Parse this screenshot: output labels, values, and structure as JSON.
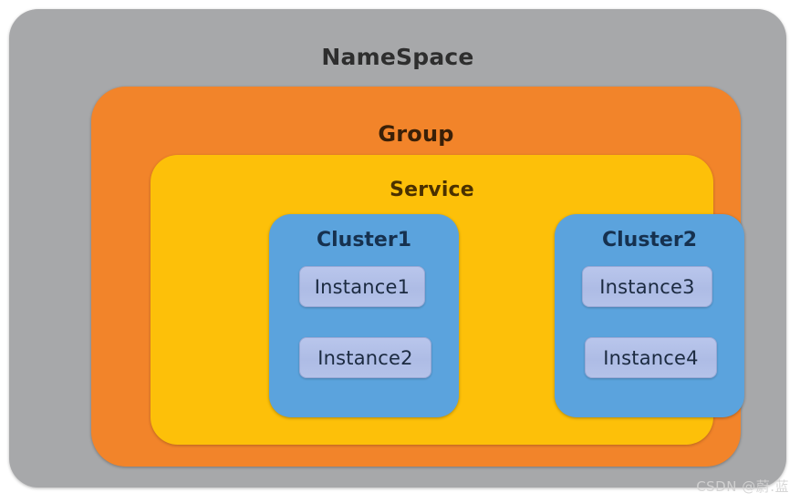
{
  "diagram": {
    "type": "nested-containment",
    "background_color": "#ffffff",
    "layers": [
      {
        "id": "namespace",
        "label": "NameSpace",
        "color": "#a7a8aa",
        "level": 0
      },
      {
        "id": "group",
        "label": "Group",
        "color": "#f2842a",
        "level": 1
      },
      {
        "id": "service",
        "label": "Service",
        "color": "#fdc009",
        "level": 2
      }
    ],
    "clusters": [
      {
        "id": "cluster1",
        "label": "Cluster1",
        "color": "#5ba3dd",
        "instances": [
          {
            "id": "instance1",
            "label": "Instance1",
            "color": "#b0bfe7"
          },
          {
            "id": "instance2",
            "label": "Instance2",
            "color": "#b0bfe7"
          }
        ]
      },
      {
        "id": "cluster2",
        "label": "Cluster2",
        "color": "#5ba3dd",
        "instances": [
          {
            "id": "instance3",
            "label": "Instance3",
            "color": "#b0bfe7"
          },
          {
            "id": "instance4",
            "label": "Instance4",
            "color": "#b0bfe7"
          }
        ]
      }
    ]
  },
  "watermark": {
    "text": "CSDN @蔚.蓝"
  }
}
